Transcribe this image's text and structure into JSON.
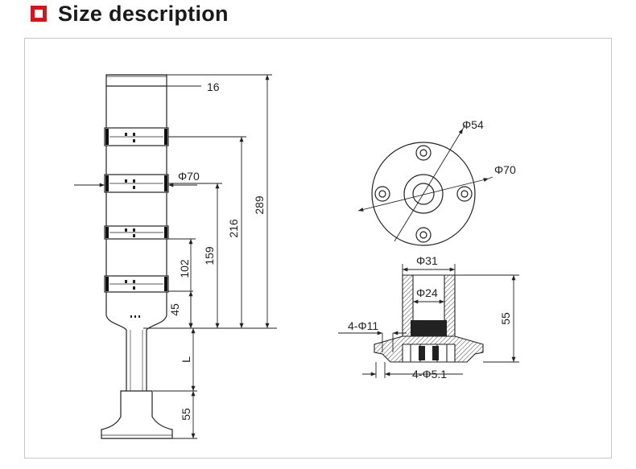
{
  "header": {
    "title": "Size description",
    "accent_color": "#d8141a",
    "icon": "square-bullet-icon"
  },
  "tower": {
    "top_height": "16",
    "diameter": "Φ70",
    "height_overall": "289",
    "height_4": "216",
    "height_3": "159",
    "height_2": "102",
    "height_1": "45",
    "pole_length": "L",
    "base_height": "55"
  },
  "base_top": {
    "bolt_circle": "Φ54",
    "outer_diameter": "Φ70"
  },
  "base_side": {
    "outer_tube": "Φ31",
    "inner_tube": "Φ24",
    "height": "55",
    "mount_holes": "4-Φ11",
    "screw_holes": "4-Φ5.1"
  }
}
